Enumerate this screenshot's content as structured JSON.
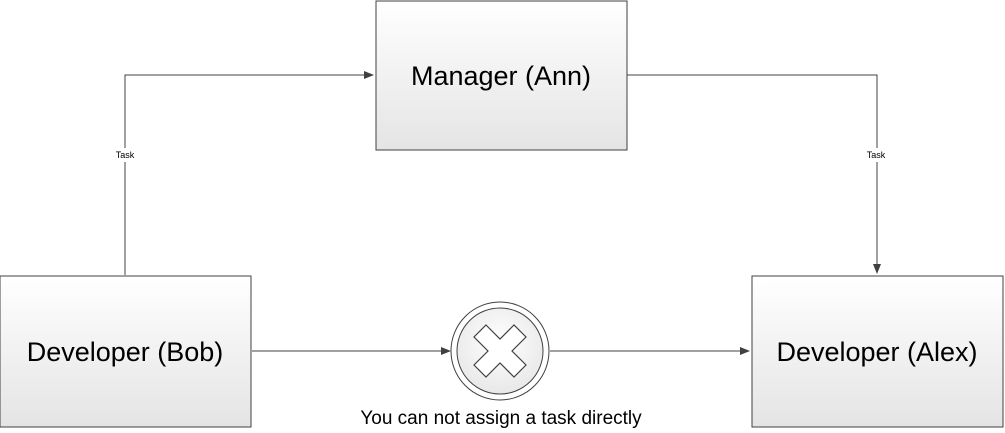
{
  "diagram": {
    "nodes": {
      "manager": {
        "label": "Manager (Ann)"
      },
      "bob": {
        "label": "Developer (Bob)"
      },
      "alex": {
        "label": "Developer (Alex)"
      }
    },
    "edges": {
      "bob_to_manager": {
        "label": "Task"
      },
      "manager_to_alex": {
        "label": "Task"
      }
    },
    "blocked": {
      "icon": "x-circle-icon",
      "caption": "You can not assign a task directly"
    }
  },
  "colors": {
    "box_fill_top": "#ffffff",
    "box_fill_bottom": "#e6e6e6",
    "line": "#404040"
  }
}
